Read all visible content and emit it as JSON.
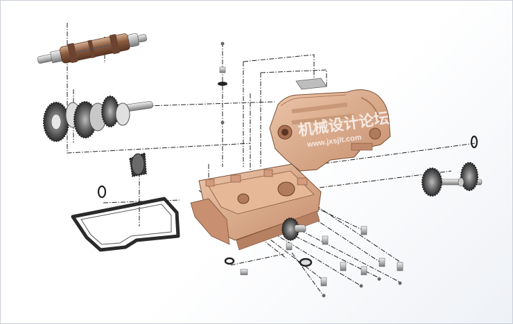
{
  "drawing": {
    "view": "exploded isometric assembly view",
    "colors": {
      "background": "#ffffff",
      "casting": "#d9a98a",
      "casting_shadow": "#b98468",
      "shaft": "#8a5a3e",
      "shaft_light": "#c49a7c",
      "gear_dark": "#3b3b3b",
      "gear_light": "#9a9a9a",
      "gasket": "#2a2a2a",
      "chain_line": "#1e1e1e",
      "nameplate": "#b8b8b8"
    }
  },
  "watermark": {
    "text": "机械设计论坛",
    "url": "www.jxsjlt.com"
  }
}
